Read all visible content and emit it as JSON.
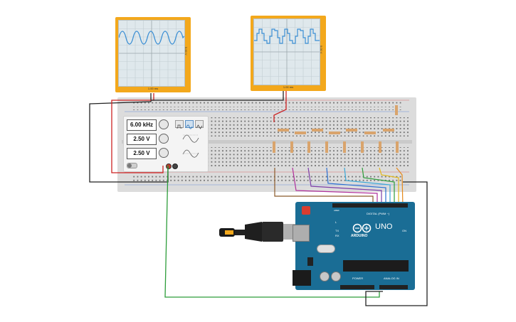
{
  "oscilloscope_left": {
    "time_label": "1.00 ms",
    "side_label": "5.00 V"
  },
  "oscilloscope_right": {
    "time_label": "1.00 ms",
    "side_label": "5.00 V"
  },
  "function_generator": {
    "frequency": "6.00 kHz",
    "amplitude": "2.50 V",
    "dc_offset": "2.50 V",
    "waveforms": [
      "square",
      "sine",
      "triangle"
    ],
    "active_waveform": "sine"
  },
  "arduino": {
    "brand": "ARDUINO",
    "model": "UNO",
    "digital_label": "DIGITAL (PWM ~)",
    "power_label": "POWER",
    "analog_label": "ANALOG IN",
    "on_label": "ON",
    "tx_label": "TX",
    "rx_label": "RX",
    "l_label": "L",
    "aref_label": "AREF"
  },
  "colors": {
    "scope_frame": "#f3a81c",
    "sine_trace": "#3b8fd4",
    "arduino_board": "#1a6d95",
    "wire_red": "#cc2222",
    "wire_black": "#222222",
    "wire_green": "#2d9d3a"
  }
}
